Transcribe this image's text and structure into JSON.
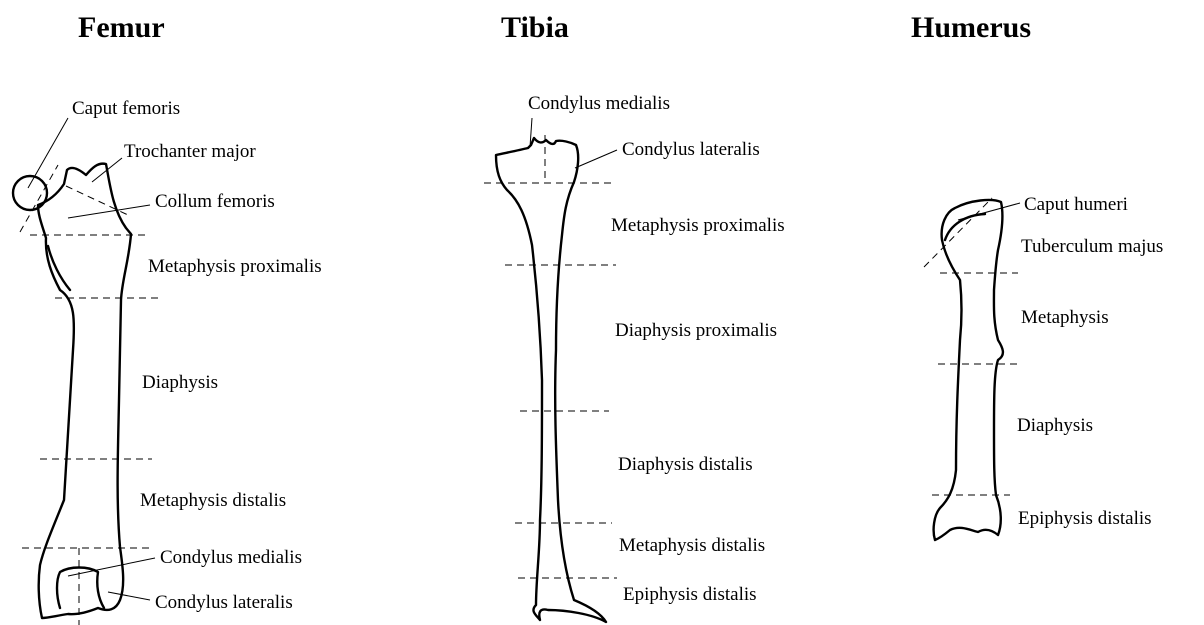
{
  "femur": {
    "title": "Femur",
    "labels": {
      "caput_femoris": "Caput femoris",
      "trochanter_major": "Trochanter major",
      "collum_femoris": "Collum femoris",
      "metaphysis_proximalis": "Metaphysis proximalis",
      "diaphysis": "Diaphysis",
      "metaphysis_distalis": "Metaphysis distalis",
      "condylus_medialis": "Condylus medialis",
      "condylus_lateralis": "Condylus lateralis"
    }
  },
  "tibia": {
    "title": "Tibia",
    "labels": {
      "condylus_medialis": "Condylus medialis",
      "condylus_lateralis": "Condylus lateralis",
      "metaphysis_proximalis": "Metaphysis proximalis",
      "diaphysis_proximalis": "Diaphysis proximalis",
      "diaphysis_distalis": "Diaphysis distalis",
      "metaphysis_distalis": "Metaphysis distalis",
      "epiphysis_distalis": "Epiphysis distalis"
    }
  },
  "humerus": {
    "title": "Humerus",
    "labels": {
      "caput_humeri": "Caput humeri",
      "tuberculum_majus": "Tuberculum majus",
      "metaphysis": "Metaphysis",
      "diaphysis": "Diaphysis",
      "epiphysis_distalis": "Epiphysis distalis"
    }
  }
}
